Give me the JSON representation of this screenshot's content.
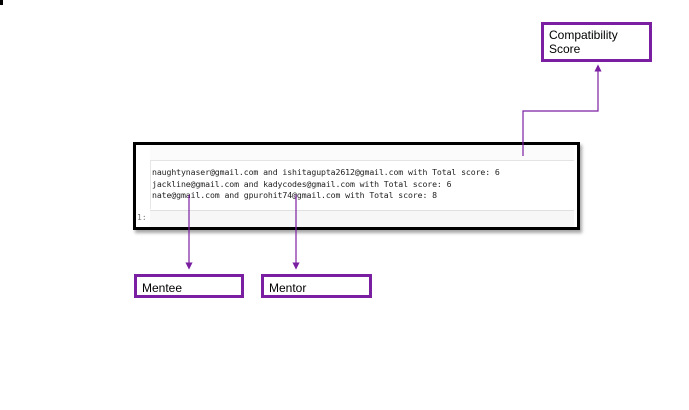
{
  "colors": {
    "accent": "#7b1fa2",
    "panel_border": "#000000",
    "text": "#222222"
  },
  "notebook": {
    "prompt": "1:",
    "output_lines": [
      "naughtynaser@gmail.com and ishitagupta2612@gmail.com with Total score: 6",
      "jackline@gmail.com and kadycodes@gmail.com with Total score: 6",
      "nate@gmail.com and gpurohit74@gmail.com with Total score: 8"
    ]
  },
  "callouts": {
    "score": "Compatibility Score",
    "mentee": "Mentee",
    "mentor": "Mentor"
  }
}
